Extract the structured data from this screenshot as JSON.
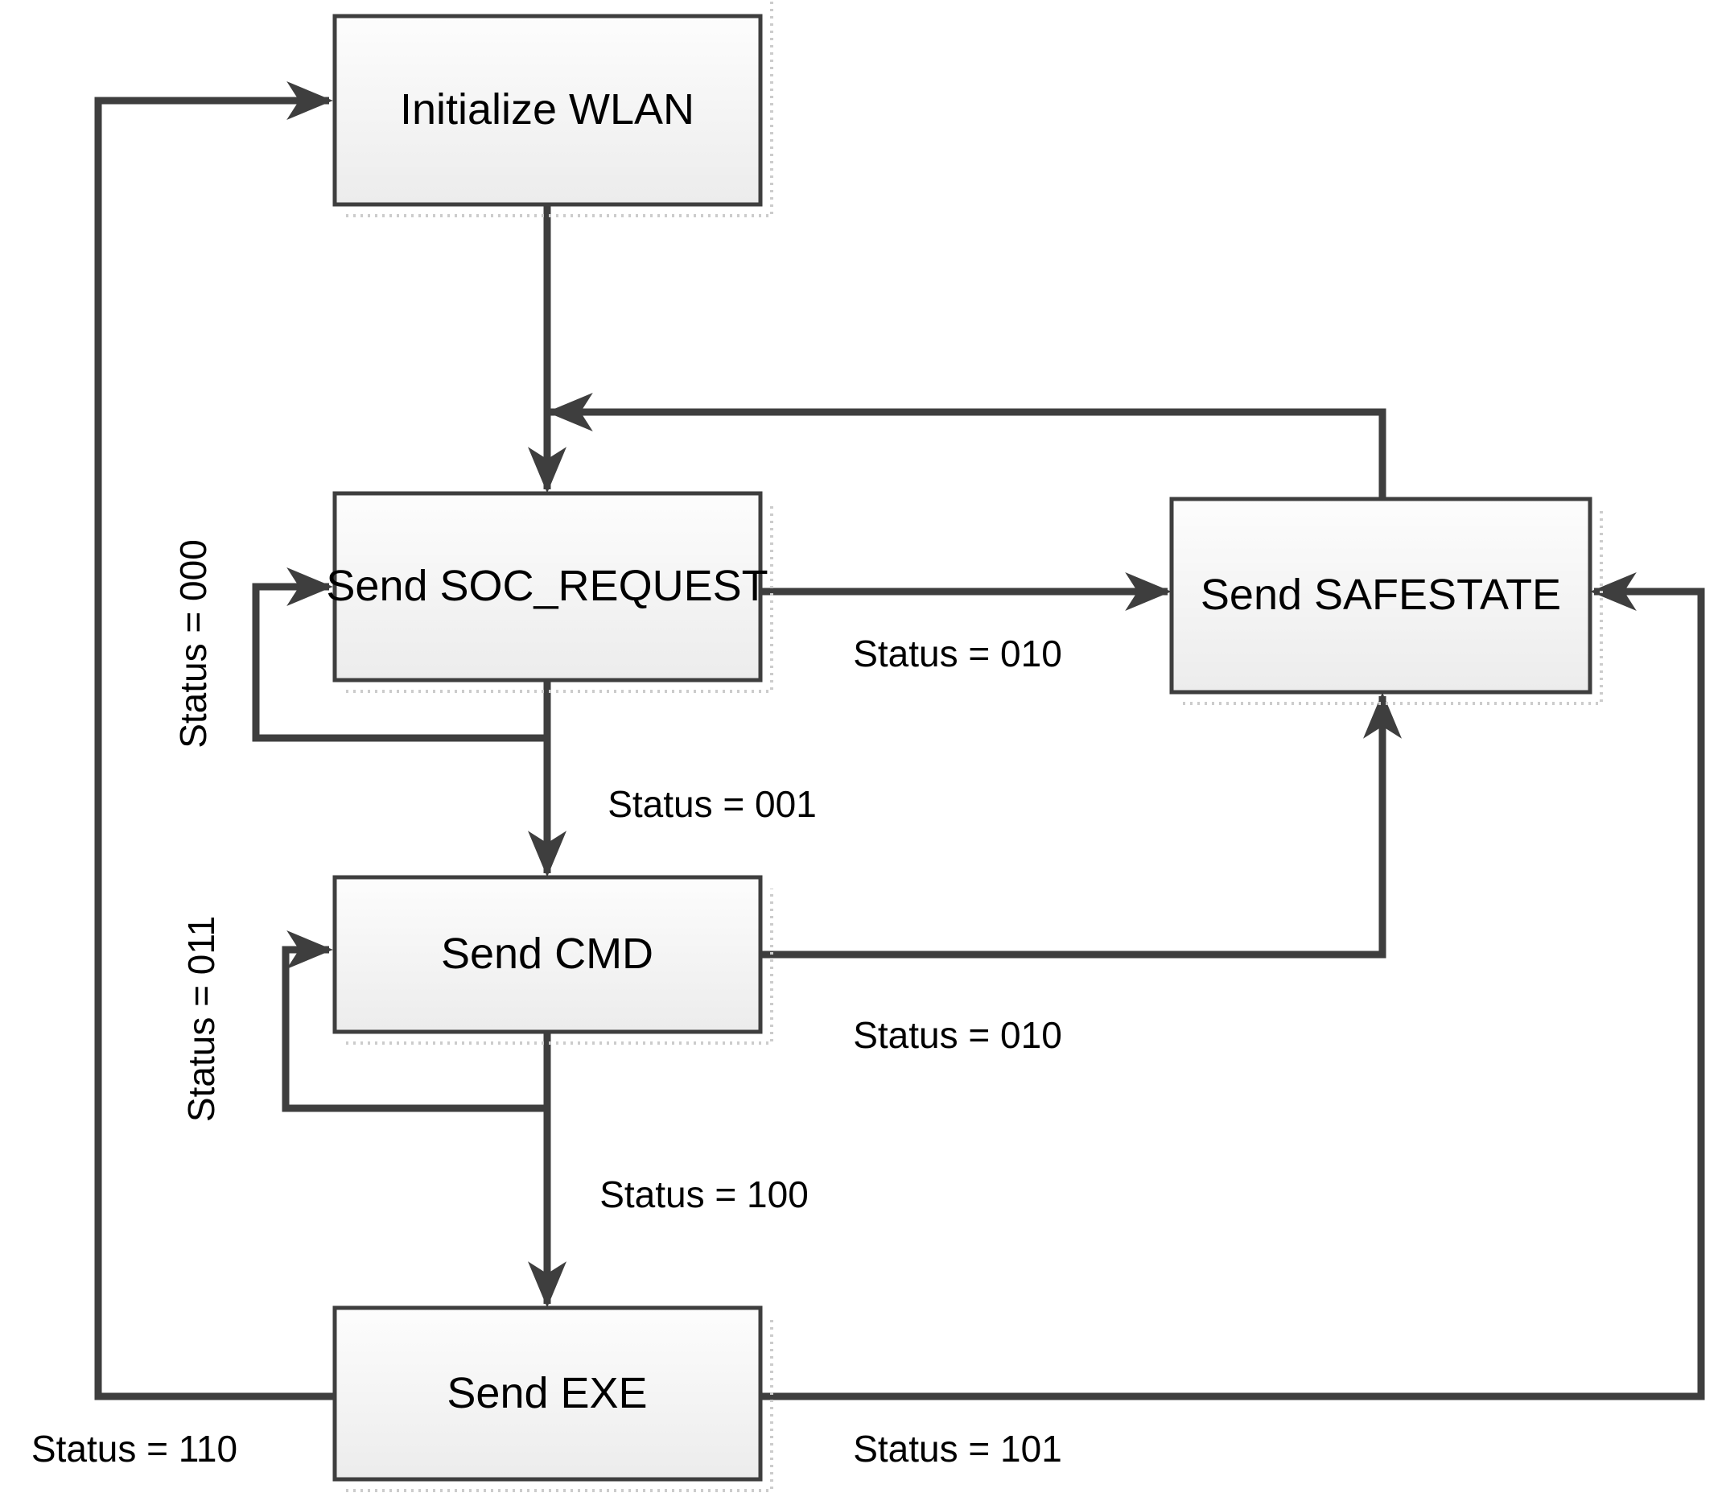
{
  "diagram": {
    "type": "flowchart-state-diagram",
    "colors": {
      "line": "#3e3e3e",
      "box_border": "#3e3e3e",
      "box_fill_top": "#fdfdfd",
      "box_fill_bottom": "#ececec",
      "shadow": "#cccccc",
      "label_text": "#000000",
      "background": "#ffffff"
    },
    "nodes": [
      {
        "id": "initialize-wlan",
        "label": "Initialize WLAN"
      },
      {
        "id": "send-soc-request",
        "label": "Send SOC_REQUEST"
      },
      {
        "id": "send-safestate",
        "label": "Send SAFESTATE"
      },
      {
        "id": "send-cmd",
        "label": "Send CMD"
      },
      {
        "id": "send-exe",
        "label": "Send EXE"
      }
    ],
    "edges": [
      {
        "from": "initialize-wlan",
        "to": "send-soc-request",
        "label": ""
      },
      {
        "from": "send-soc-request",
        "to": "send-soc-request",
        "label": "Status = 000"
      },
      {
        "from": "send-soc-request",
        "to": "send-safestate",
        "label": "Status = 010"
      },
      {
        "from": "send-soc-request",
        "to": "send-cmd",
        "label": "Status = 001"
      },
      {
        "from": "send-cmd",
        "to": "send-cmd",
        "label": "Status = 011"
      },
      {
        "from": "send-cmd",
        "to": "send-safestate",
        "label": "Status = 010"
      },
      {
        "from": "send-cmd",
        "to": "send-exe",
        "label": "Status = 100"
      },
      {
        "from": "send-exe",
        "to": "initialize-wlan",
        "label": "Status = 110"
      },
      {
        "from": "send-exe",
        "to": "send-safestate",
        "label": "Status = 101"
      },
      {
        "from": "send-safestate",
        "to": "send-soc-request",
        "label": ""
      }
    ]
  }
}
